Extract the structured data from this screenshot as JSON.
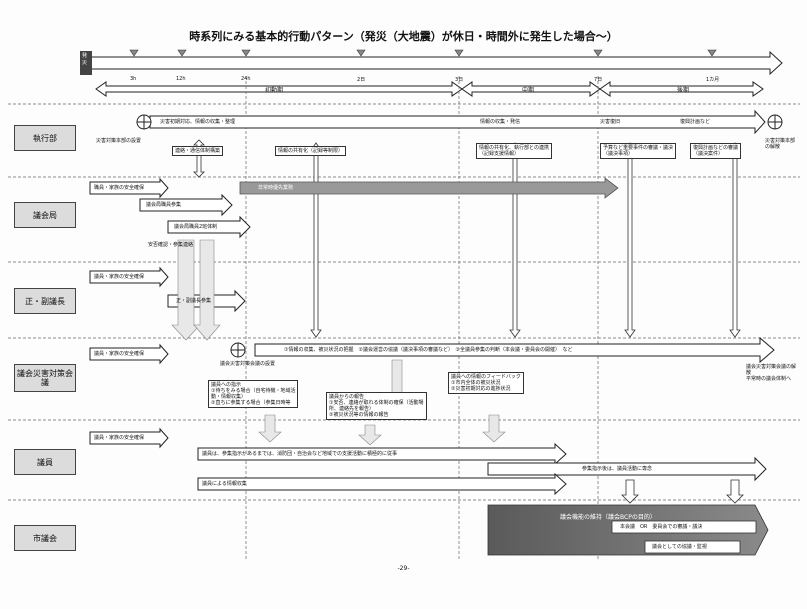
{
  "title": "時系列にみる基本的行動パターン（発災（大地震）が休日・時間外に発生した場合～）",
  "hassai_label": "発災",
  "time_ticks": [
    "3h",
    "12h",
    "24h",
    "2日",
    "3日",
    "7日",
    "1カ月"
  ],
  "phases": {
    "initial": "初動期",
    "middle": "中期",
    "late": "後期"
  },
  "rows": [
    "執行部",
    "議会局",
    "正・副議長",
    "議会災害対策会議",
    "議員",
    "市議会"
  ],
  "executive": {
    "top_text": "災害初期対応、情報の収集・整理",
    "info_collect": "情報の収集・発信",
    "disaster_recovery": "災害復旧",
    "recovery_plan": "復興計画など",
    "hq_setup": "災害対策本部の設置",
    "box_contact": "連絡・通信体制構築",
    "box_info_share": "情報の共有化（記録等制限）",
    "box_info_share2": "情報の共有化、執行部との連携",
    "box_info_share2_sub": "（記録支援情報）",
    "box_budget": "予算など重要事件の審議・議決",
    "box_budget_sub": "（議決事項）",
    "box_recovery_review": "復興計画などの審議",
    "box_recovery_review_sub": "（議決案件）",
    "hq_dissolve": "災害対策本部の解散"
  },
  "bureau": {
    "safety": "職員・家族の安全確保",
    "staff_gather": "議会局職員参集",
    "two_shift": "議会局職員2班体制",
    "priority": "非常時優先業務",
    "safety_confirm": "安否確認・参集連絡"
  },
  "chair": {
    "safety": "議員・家族の安全確保",
    "gather": "正・副議長参集"
  },
  "council": {
    "safety": "議員・家族の安全確保",
    "setup": "議会災害対策会議の設置",
    "steps": "①情報の収集、被災状況の把握　②議会運営の協議（議決事項の審議など）　③全議員参集の判断（本会議・委員会の開催）　など",
    "instruction_title": "議員への指示",
    "instruction_1": "①待ちをみる場合（自宅待機・地域活",
    "instruction_1b": "動・情報収集）",
    "instruction_2": "②直ちに参集する場合（参集日時等",
    "report_title": "議員からの報告",
    "report_1": "①安否、連絡が取れる体制の確保（活動場",
    "report_1b": "所、連絡先を報告）",
    "report_2": "②被災状況等の情報の報告",
    "feedback_title": "議員への情報のフィードバック",
    "feedback_1": "①市内全体の被災状況",
    "feedback_2": "②災害初期対応の進捗状況",
    "dissolve": "議会災害対策会議の解散",
    "dissolve_2": "平常時の議会体制へ"
  },
  "members": {
    "safety": "議員・家族の安全確保",
    "activity": "議員は、参集指示があるまでは、消防団・自治会など地域での支援活動に積極的に従事",
    "after_gather": "参集指示後は、議員活動に専念",
    "info_collect": "議員による情報収集"
  },
  "assembly": {
    "bcp": "議会機能の維持（議会BCPの目的）",
    "plenary": "本会議　OR　委員会での審議・議決",
    "consult": "議会としての協議・監視"
  },
  "footer": "-29-"
}
